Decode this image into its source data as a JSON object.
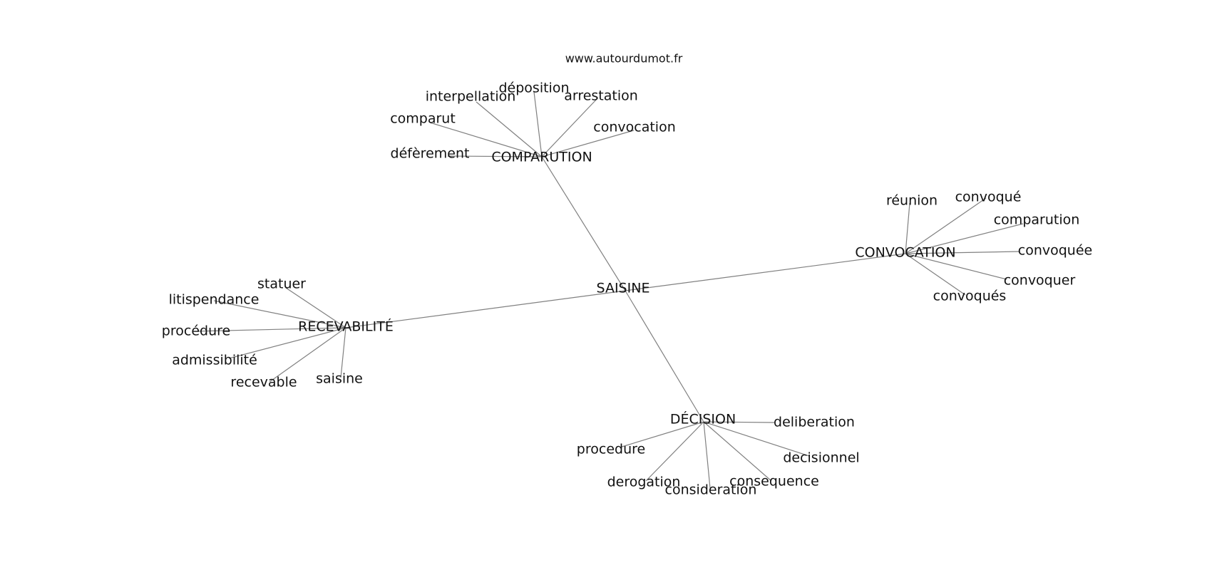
{
  "watermark": "www.autourdumot.fr",
  "graph": {
    "center": "SAISINE",
    "hubs": [
      {
        "id": "comparution",
        "label": "COMPARUTION",
        "leaves": [
          "déposition",
          "interpellation",
          "arrestation",
          "comparut",
          "convocation",
          "défèrement"
        ]
      },
      {
        "id": "convocation",
        "label": "CONVOCATION",
        "leaves": [
          "réunion",
          "convoqué",
          "comparution",
          "convoquée",
          "convoquer",
          "convoqués"
        ]
      },
      {
        "id": "recevabilite",
        "label": "RECEVABILITÉ",
        "leaves": [
          "statuer",
          "litispendance",
          "procédure",
          "admissibilité",
          "recevable",
          "saisine"
        ]
      },
      {
        "id": "decision",
        "label": "DÉCISION",
        "leaves": [
          "deliberation",
          "procedure",
          "decisionnel",
          "derogation",
          "consequence",
          "consideration"
        ]
      }
    ]
  }
}
